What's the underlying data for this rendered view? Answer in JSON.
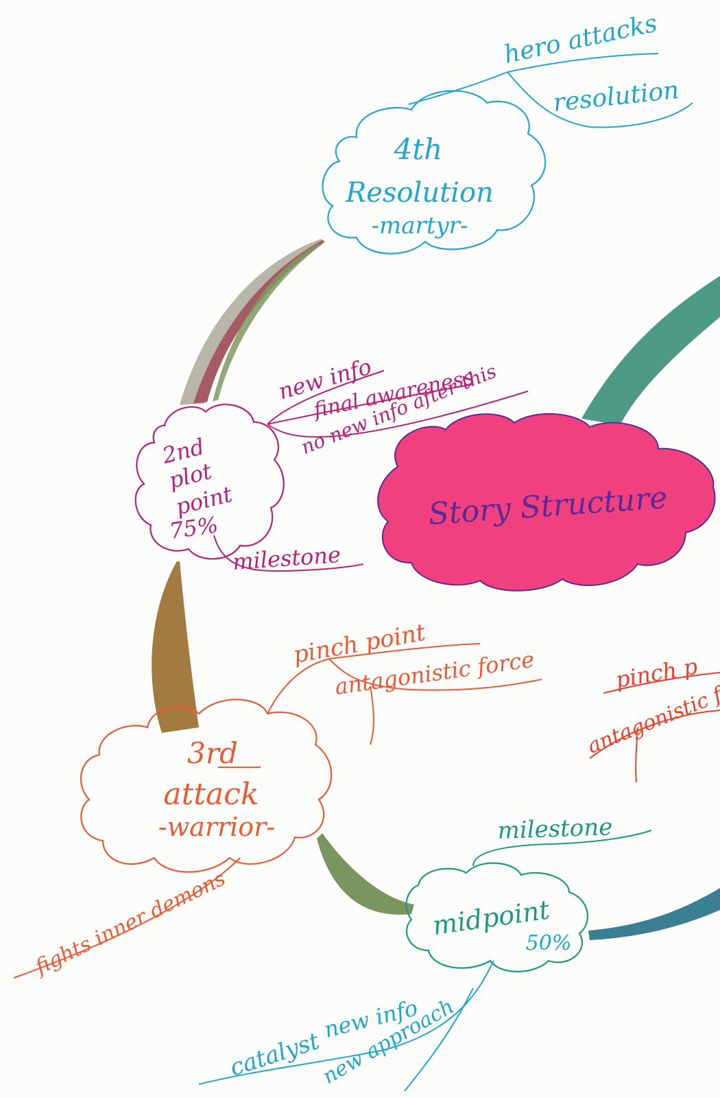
{
  "colors": {
    "paper": "#fcfcfa",
    "cyan": "#21a7cf",
    "magenta": "#b8207a",
    "orange": "#ec5a35",
    "red": "#e8412f",
    "teal": "#1a9a80",
    "pink_fill": "#f0407f",
    "purple": "#5b2a95",
    "branch_gray": "#b3ada2",
    "branch_mauve": "#a55a64",
    "branch_green": "#7f9960",
    "branch_brown": "#a37a40",
    "branch_olive": "#7a955f",
    "branch_sea": "#4f9a86",
    "branch_blue": "#3a7e92"
  },
  "central": {
    "label": "Story Structure"
  },
  "nodes": {
    "resolution": {
      "number": "4th",
      "title": "Resolution",
      "subtitle": "-martyr-",
      "branches": [
        "hero attacks",
        "resolution"
      ]
    },
    "second_plot_point": {
      "lines": [
        "2nd",
        "plot",
        "point",
        "75%"
      ],
      "branches": [
        "new info",
        "final awareness",
        "no new info after this",
        "milestone"
      ]
    },
    "attack": {
      "number": "3rd",
      "title": "attack",
      "subtitle": "-warrior-",
      "branches": [
        "pinch point",
        "antagonistic force",
        "fights inner demons"
      ]
    },
    "midpoint": {
      "title": "midpoint",
      "percent": "50%",
      "branches": [
        "milestone",
        "catalyst",
        "new info",
        "new approach"
      ]
    },
    "right_partial": {
      "branches": [
        "pinch p",
        "antagonistic fo"
      ]
    }
  }
}
